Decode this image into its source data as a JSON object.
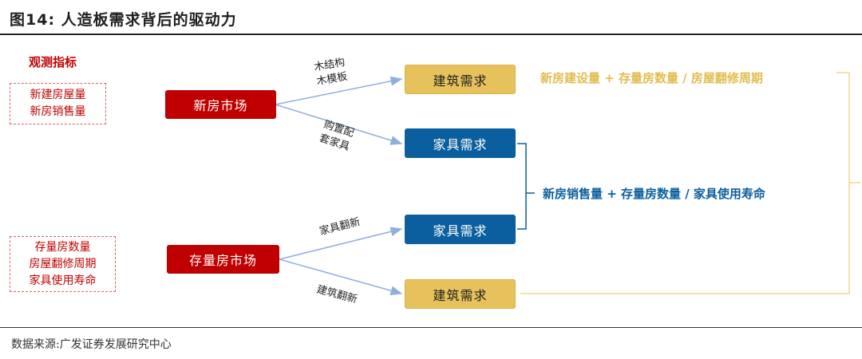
{
  "header": {
    "title": "图14:  人造板需求背后的驱动力"
  },
  "indicators": {
    "title": "观测指标",
    "new_house": [
      "新建房屋量",
      "新房销售量"
    ],
    "existing_house": [
      "存量房数量",
      "房屋翻修周期",
      "家具使用寿命"
    ]
  },
  "markets": {
    "new": "新房市场",
    "existing": "存量房市场"
  },
  "demand": {
    "construction_top": "建筑需求",
    "furniture_top": "家具需求",
    "furniture_bottom": "家具需求",
    "construction_bottom": "建筑需求"
  },
  "edges": {
    "wood_structure": [
      "木结构",
      "木模板"
    ],
    "furniture_purchase": [
      "购置配",
      "套家具"
    ],
    "furniture_renovation": "家具翻新",
    "building_renovation": "建筑翻新"
  },
  "formulas": {
    "construction": "新房建设量 + 存量房数量 / 房屋翻修周期",
    "furniture": "新房销售量 + 存量房数量 / 家具使用寿命"
  },
  "footer": {
    "source": "数据来源:广发证券发展研究中心"
  },
  "colors": {
    "red": "#c00000",
    "yellow": "#e6c15c",
    "blue": "#0b5f9e",
    "formula_yellow": "#e3bb4f",
    "formula_blue": "#0b5f9e",
    "arrow": "#8fb0dc"
  }
}
